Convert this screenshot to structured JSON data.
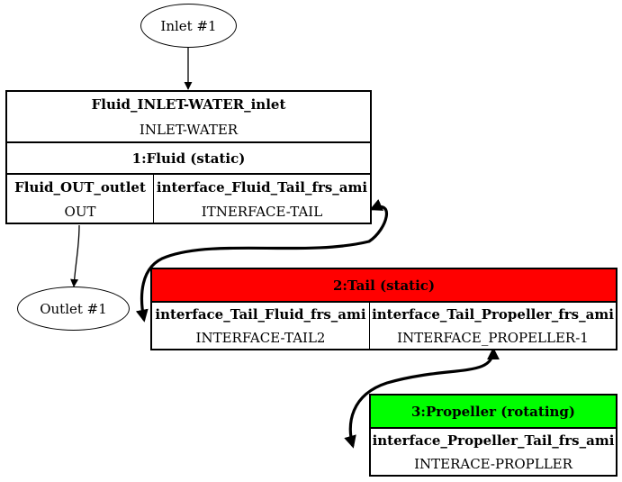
{
  "inlet": {
    "label": "Inlet #1"
  },
  "outlet": {
    "label": "Outlet #1"
  },
  "fluid": {
    "header_name": "Fluid_INLET-WATER_inlet",
    "header_value": "INLET-WATER",
    "title": "1:Fluid (static)",
    "ports": [
      {
        "name": "Fluid_OUT_outlet",
        "value": "OUT"
      },
      {
        "name": "interface_Fluid_Tail_frs_ami",
        "value": "ITNERFACE-TAIL"
      }
    ]
  },
  "tail": {
    "title": "2:Tail (static)",
    "color": "#ff0000",
    "ports": [
      {
        "name": "interface_Tail_Fluid_frs_ami",
        "value": "INTERFACE-TAIL2"
      },
      {
        "name": "interface_Tail_Propeller_frs_ami",
        "value": "INTERFACE_PROPELLER-1"
      }
    ]
  },
  "propeller": {
    "title": "3:Propeller (rotating)",
    "color": "#00ff00",
    "ports": [
      {
        "name": "interface_Propeller_Tail_frs_ami",
        "value": "INTERACE-PROPLLER"
      }
    ]
  }
}
